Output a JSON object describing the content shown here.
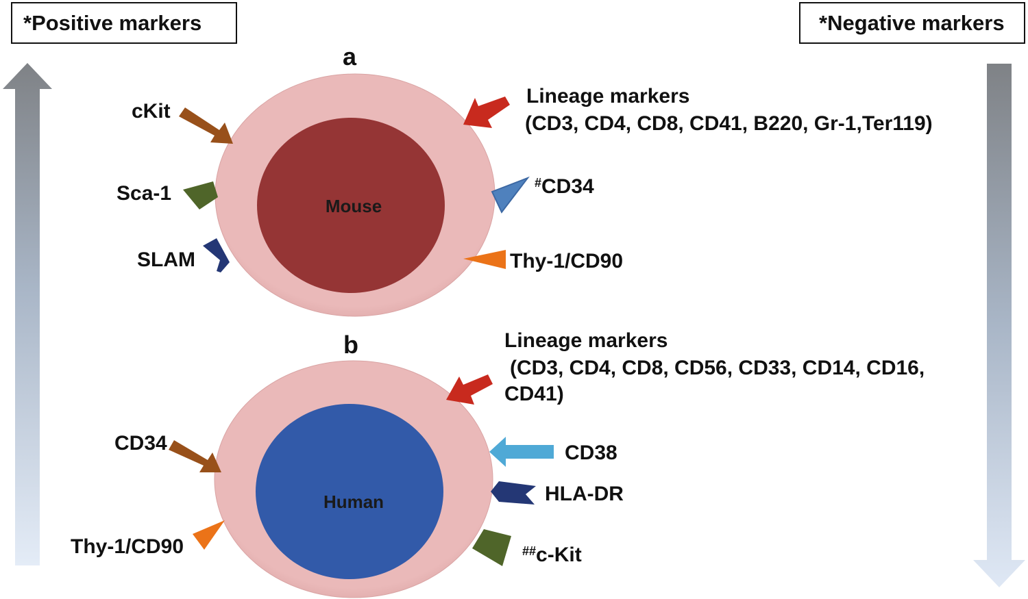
{
  "header": {
    "positive_label": "*Positive markers",
    "negative_label": "*Negative markers"
  },
  "panel_a": {
    "letter": "a",
    "cell_name": "Mouse",
    "positive": [
      "cKit",
      "Sca-1",
      "SLAM"
    ],
    "negative": {
      "lineage_title": "Lineage markers",
      "lineage_list": "(CD3, CD4, CD8, CD41, B220, Gr-1,Ter119)",
      "cd34_sup": "#",
      "cd34": "CD34",
      "thy1": "Thy-1/CD90"
    }
  },
  "panel_b": {
    "letter": "b",
    "cell_name": "Human",
    "positive": [
      "CD34",
      "Thy-1/CD90"
    ],
    "negative": {
      "lineage_title": "Lineage markers",
      "lineage_list_1": "(CD3, CD4, CD8, CD56, CD33, CD14, CD16,",
      "lineage_list_2": "CD41)",
      "cd38": "CD38",
      "hla": "HLA-DR",
      "ckit_sup": "##",
      "ckit": "c-Kit"
    }
  },
  "colors": {
    "membrane": "#e8b8b8",
    "mouse_nucleus": "#953535",
    "human_nucleus": "#325aa9",
    "brown_arrow": "#98501a",
    "red_arrow": "#c82a1e",
    "green": "#4f6529",
    "navy": "#243775",
    "orange": "#eb7318",
    "steel_blue": "#4f81bd",
    "light_blue": "#4fa9d6",
    "gradient_dark": "#878a8e",
    "gradient_light": "#dfe8f5"
  }
}
